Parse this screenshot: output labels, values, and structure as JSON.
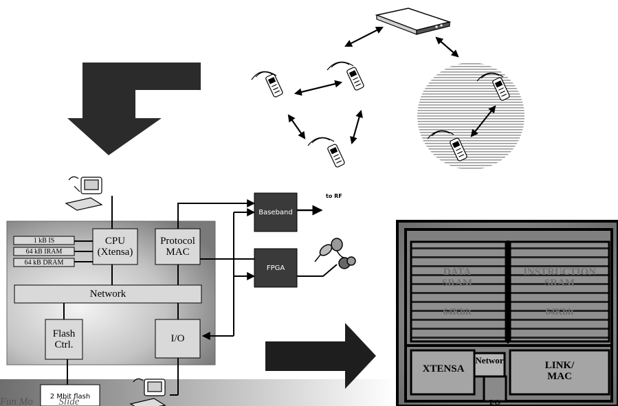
{
  "block_diagram": {
    "memories": {
      "is": "1 kB IS",
      "iram": "64 kB IRAM",
      "dram": "64 kB DRAM"
    },
    "cpu": "CPU\n(Xtensa)",
    "protocol_mac": "Protocol\nMAC",
    "network": "Network",
    "flash_ctrl": "Flash\nCtrl.",
    "io": "I/O",
    "baseband": "Baseband",
    "to_rf": "to RF",
    "fpga": "FPGA",
    "flash_mem": "2 Mbit flash"
  },
  "chip_layout": {
    "data_sram": "DATA\nSRAM",
    "data_size": "64Kbit",
    "instr_sram": "INSTRUCTION\nSRAM",
    "instr_size": "64Kbit",
    "xtensa": "XTENSA",
    "network": "Networ",
    "io": "I/O",
    "link_mac": "LINK/\nMAC"
  },
  "footer_text": "Fun Mo          Slide",
  "colors": {
    "dark_block": "#3a3a3a",
    "board_light": "#e8e8e8",
    "board_dark": "#6a6a6a",
    "light_box": "#d4d4d4",
    "chip_bg": "#8a8a8a"
  }
}
